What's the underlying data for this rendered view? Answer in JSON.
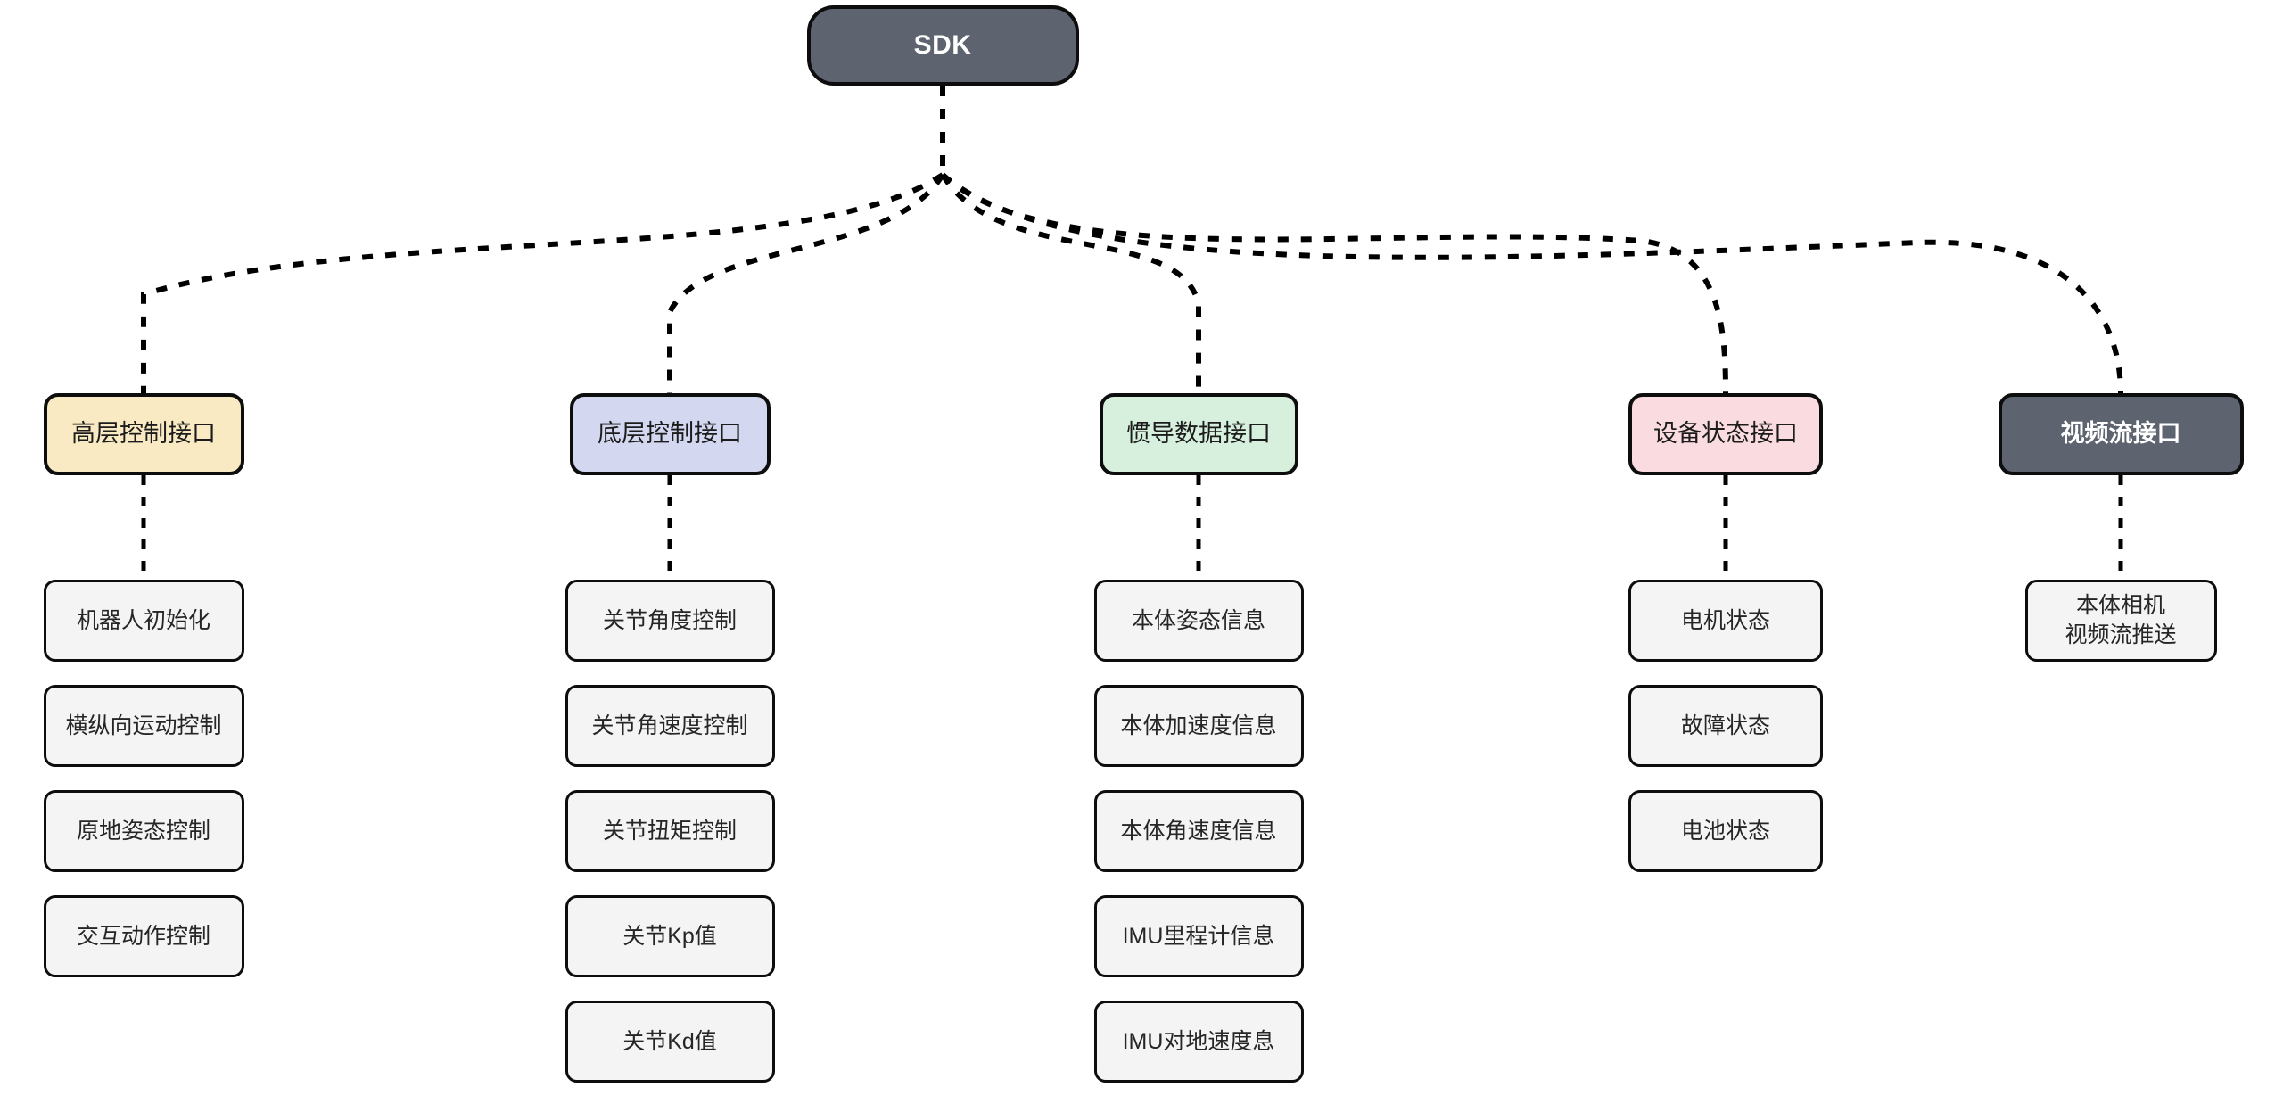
{
  "diagram": {
    "title": "SDK",
    "root": {
      "label": "SDK",
      "fill": "#5d6470",
      "text_color": "#ffffff"
    },
    "branches": [
      {
        "label": "高层控制接口",
        "fill": "#faeac4",
        "text_color": "#1c1c1c",
        "leaves": [
          "机器人初始化",
          "横纵向运动控制",
          "原地姿态控制",
          "交互动作控制"
        ]
      },
      {
        "label": "底层控制接口",
        "fill": "#d3d7ef",
        "text_color": "#1c1c1c",
        "leaves": [
          "关节角度控制",
          "关节角速度控制",
          "关节扭矩控制",
          "关节Kp值",
          "关节Kd值"
        ]
      },
      {
        "label": "惯导数据接口",
        "fill": "#d6f0dd",
        "text_color": "#1c1c1c",
        "leaves": [
          "本体姿态信息",
          "本体加速度信息",
          "本体角速度信息",
          "IMU里程计信息",
          "IMU对地速度息"
        ]
      },
      {
        "label": "设备状态接口",
        "fill": "#fadbdf",
        "text_color": "#1c1c1c",
        "leaves": [
          "电机状态",
          "故障状态",
          "电池状态"
        ]
      },
      {
        "label": "视频流接口",
        "fill": "#5d6470",
        "text_color": "#ffffff",
        "leaves": [
          "本体相机\n视频流推送"
        ]
      }
    ],
    "colors": {
      "edge": "#000000",
      "node_border": "#0d0d0d",
      "leaf_fill": "#f4f4f4",
      "background": "#ffffff"
    }
  }
}
